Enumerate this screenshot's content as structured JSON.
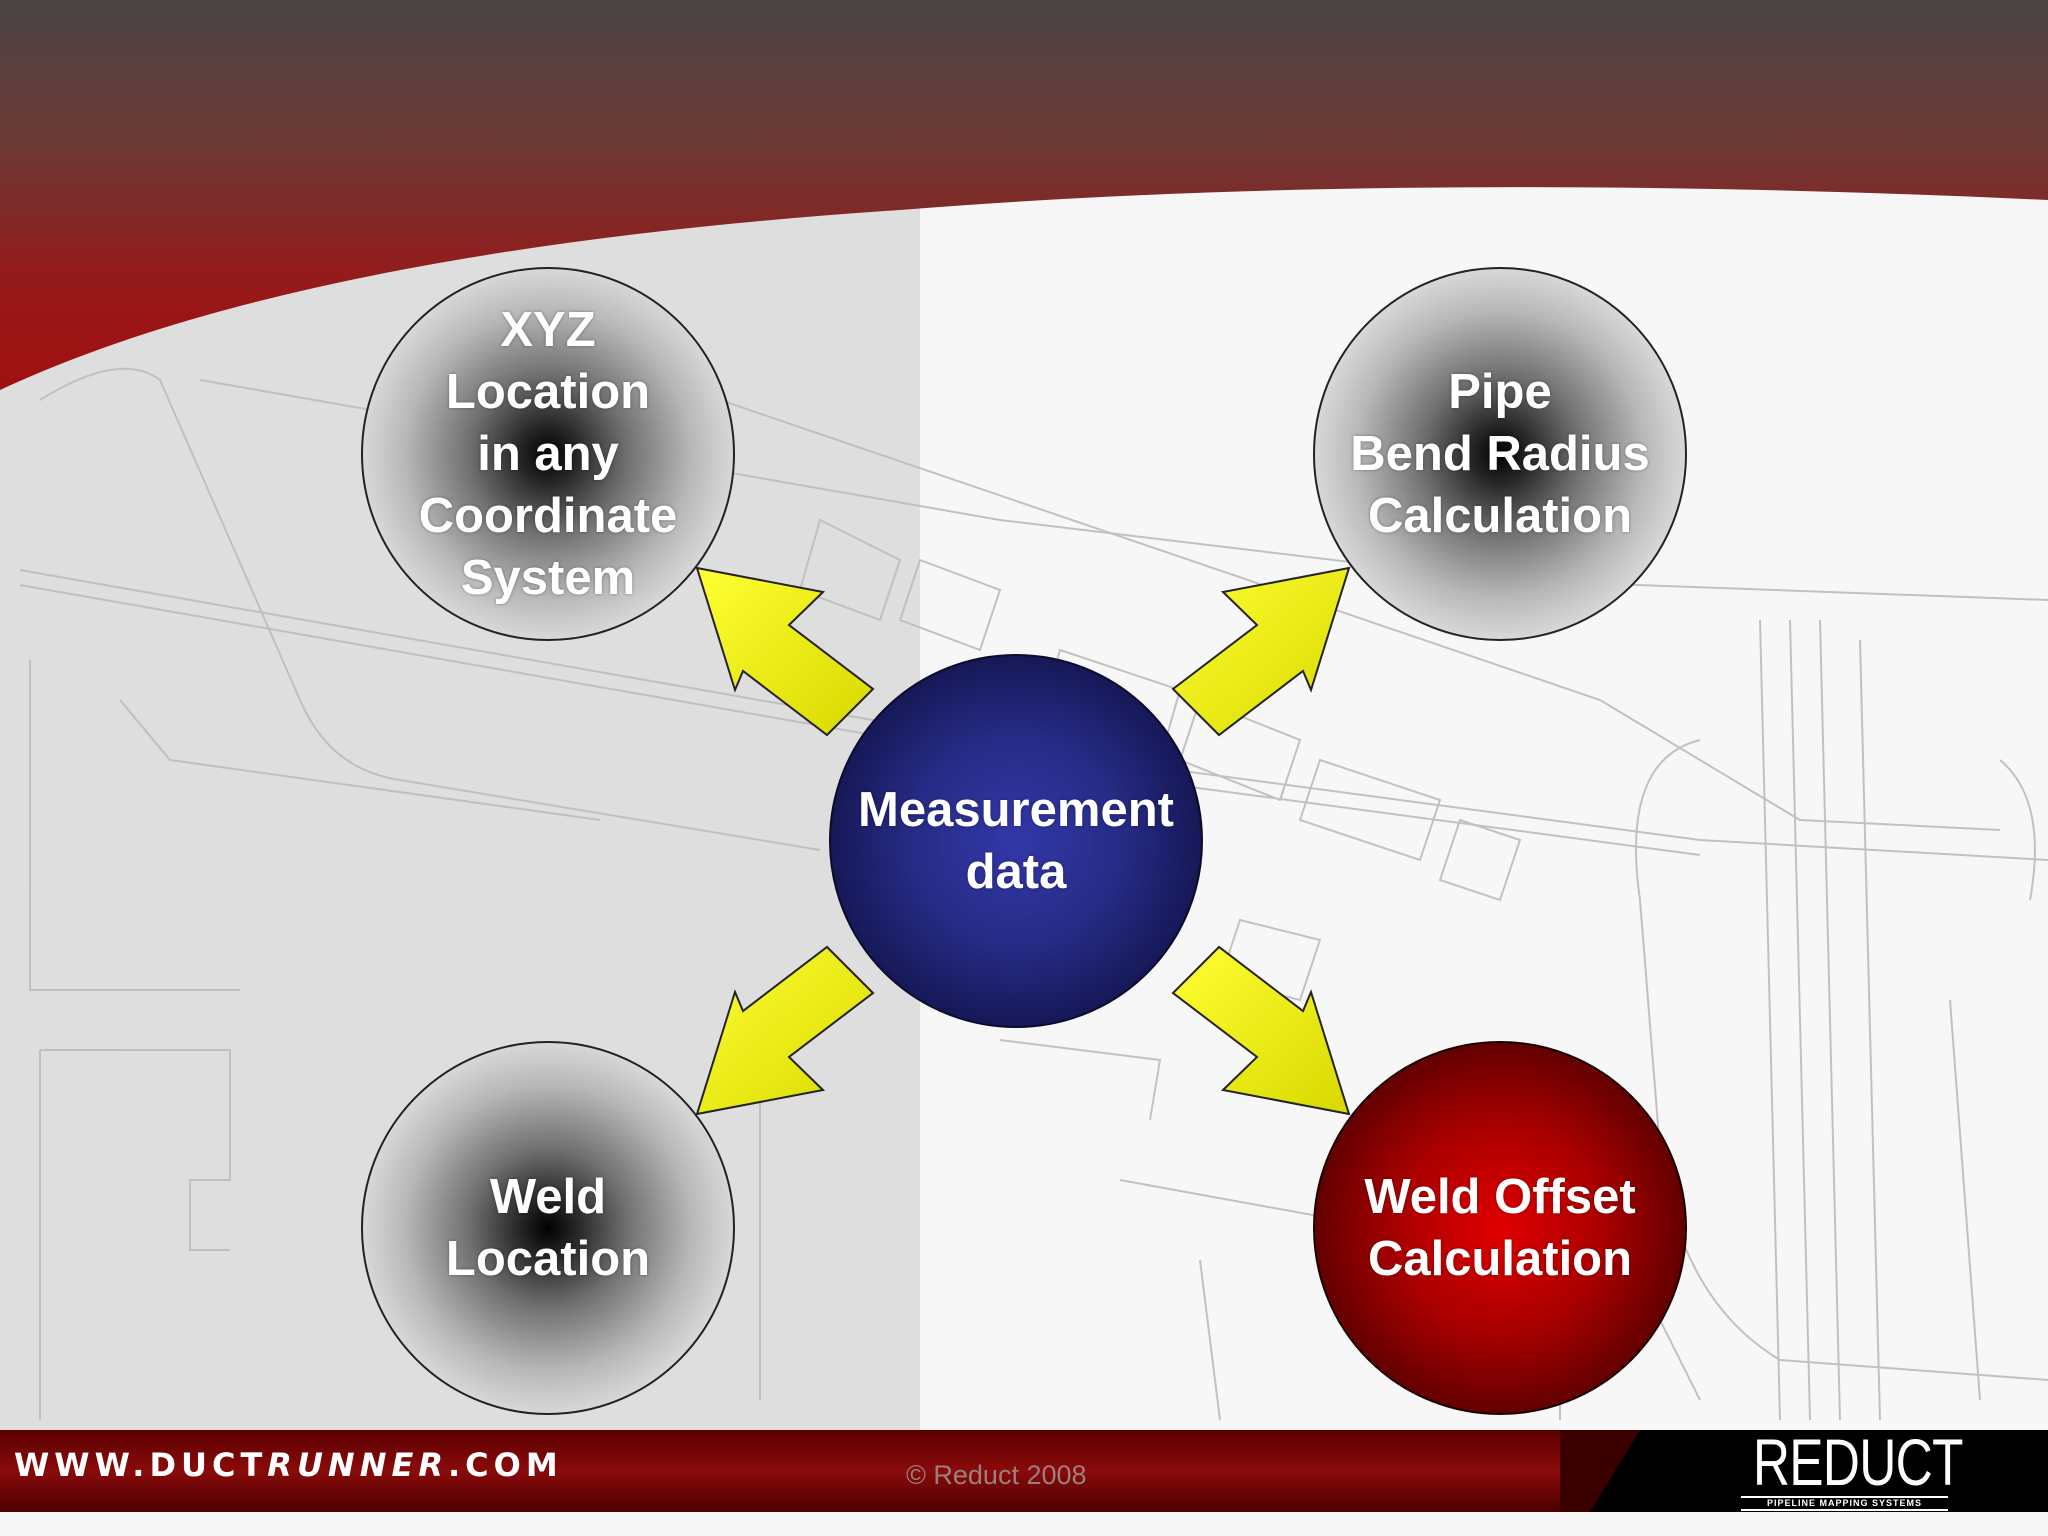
{
  "center_node": {
    "label": "Measurement\ndata"
  },
  "nodes": {
    "top_left": {
      "label": "XYZ\nLocation\nin any\nCoordinate\nSystem"
    },
    "top_right": {
      "label": "Pipe\nBend Radius\nCalculation"
    },
    "bottom_left": {
      "label": "Weld\nLocation"
    },
    "bottom_right": {
      "label": "Weld Offset\nCalculation"
    }
  },
  "footer": {
    "url_prefix": "WWW.DUCT",
    "url_brand": "RUNNER",
    "url_suffix": ".COM",
    "copyright": "© Reduct 2008"
  },
  "logo": {
    "name": "REDUCT",
    "tagline": "PIPELINE MAPPING SYSTEMS"
  },
  "colors": {
    "header_red": "#8e1111",
    "arrow_fill": "#f2f200",
    "center_blue": "#262b86",
    "highlight_red": "#a80000"
  }
}
